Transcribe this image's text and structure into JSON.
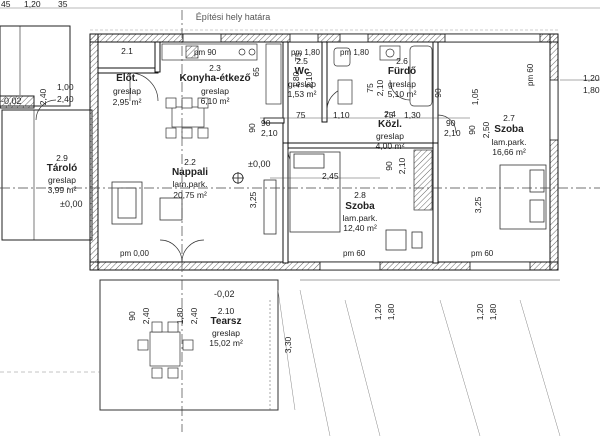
{
  "boundary_label": "Építési hely határa",
  "rooms": [
    {
      "id": "eloter",
      "number": "2.1",
      "name": "Előt.",
      "floor": "greslap",
      "area": "2,95 m²"
    },
    {
      "id": "konyha",
      "number": "2.3",
      "name": "Konyha-étkező",
      "floor": "greslap",
      "area": "6,10 m²"
    },
    {
      "id": "wc",
      "number": "2.5",
      "name": "Wc",
      "floor": "greslap",
      "area": "1,53 m²"
    },
    {
      "id": "furdo",
      "number": "2.6",
      "name": "Fürdő",
      "floor": "greslap",
      "area": "5,10 m²"
    },
    {
      "id": "szoba27",
      "number": "2.7",
      "name": "Szoba",
      "floor": "lam.park.",
      "area": "16,66 m²"
    },
    {
      "id": "kozl",
      "number": "2.4",
      "name": "Közl.",
      "floor": "greslap",
      "area": "4,00 m²"
    },
    {
      "id": "tarolo",
      "number": "2.9",
      "name": "Tároló",
      "floor": "greslap",
      "area": "3,99 m²"
    },
    {
      "id": "nappali",
      "number": "2.2",
      "name": "Nappali",
      "floor": "lam.park.",
      "area": "20,75 m²"
    },
    {
      "id": "szoba28",
      "number": "2.8",
      "name": "Szoba",
      "floor": "lam.park.",
      "area": "12,40 m²"
    },
    {
      "id": "tearsz",
      "number": "2.10",
      "name": "Tearsz",
      "floor": "greslap",
      "area": "15,02 m²"
    }
  ],
  "levels": {
    "nappali": "±0,00",
    "tarolo": "±0,00",
    "terrace": "-0,02",
    "left": "-0,02"
  },
  "sill_labels": {
    "pm90": "pm 90",
    "pm180a": "pm 1,80",
    "pm180b": "pm 1,80",
    "pm60_right": "pm 60",
    "pm0": "pm 0,00",
    "pm60_a": "pm 60",
    "pm60_b": "pm 60"
  },
  "dims": {
    "top_left": "45",
    "top_120": "1,20",
    "top_35": "35",
    "d100": "1,00",
    "d240a": "2,40",
    "d240b": "2,40",
    "d90a": "90",
    "d210a": "2,10",
    "d75a": "75",
    "d110": "1,10",
    "d75b": "75",
    "d130": "1,30",
    "d90b": "90",
    "d210b": "2,10",
    "d245": "2,45",
    "d90c": "90",
    "d210c": "2,10",
    "d75c": "75",
    "d210d": "2,10",
    "d75d": "75",
    "d180w": "1,80",
    "d210w": "2,10",
    "d90w": "90",
    "d65": "65",
    "d90e": "90",
    "d105": "1,05",
    "d90f": "90",
    "d250": "2,50",
    "d325a": "3,25",
    "d325b": "3,25",
    "d120r": "1,20",
    "d180r": "1,80",
    "d90g": "90",
    "d240c": "2,40",
    "d180t": "1,80",
    "d240t": "2,40",
    "d330": "3,30",
    "d120b1": "1,20",
    "d180b1": "1,80",
    "d120b2": "1,20",
    "d180b2": "1,80"
  },
  "colors": {
    "line": "#111111",
    "thin": "#444444",
    "hatch": "#777777"
  }
}
